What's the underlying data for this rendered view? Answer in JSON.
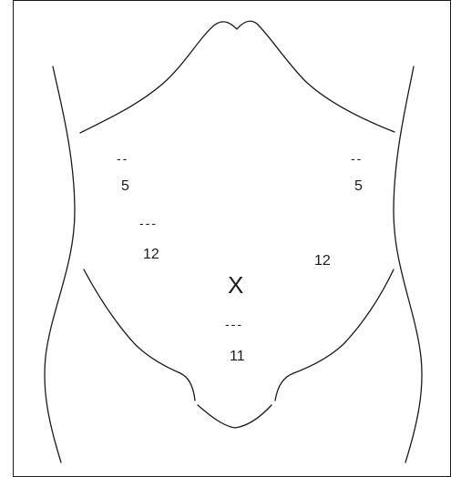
{
  "diagram": {
    "labels": {
      "dash_upper_right": "--",
      "value_upper_right": "5",
      "dash_upper_left": "--",
      "value_upper_left": "5",
      "dash_mid_left": "---",
      "value_mid_left": "12",
      "value_mid_right": "12",
      "center_mark": "X",
      "dash_lower_center": "---",
      "value_lower_center": "11"
    }
  }
}
